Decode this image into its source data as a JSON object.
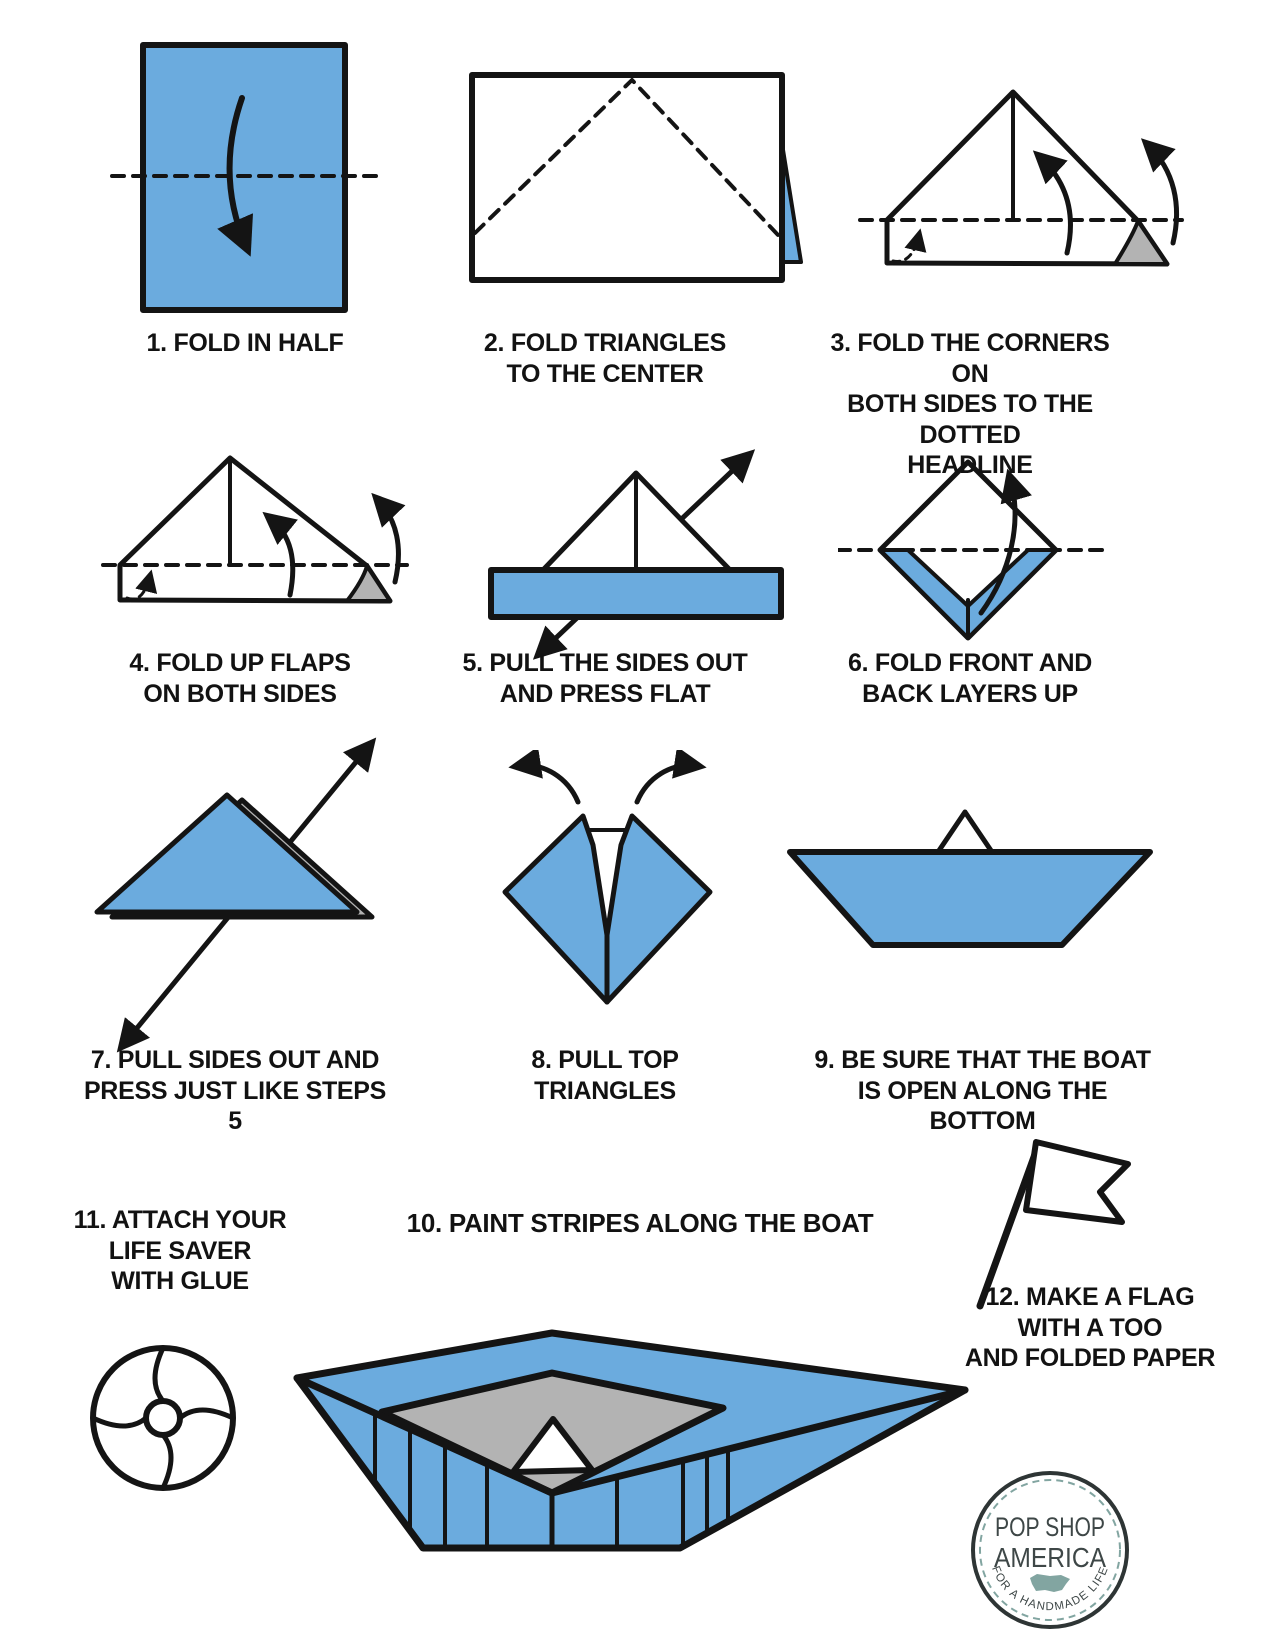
{
  "document_type": "origami paper boat folding instructions",
  "colors": {
    "paper_blue": "#6BABDE",
    "fold_gray": "#B3B3B3",
    "outline_black": "#141414",
    "logo_teal": "#82A5A1",
    "logo_text": "#3E4747"
  },
  "steps": [
    {
      "num": 1,
      "caption": "1. FOLD IN HALF"
    },
    {
      "num": 2,
      "caption": "2. FOLD TRIANGLES\nTO THE CENTER"
    },
    {
      "num": 3,
      "caption": "3. FOLD THE CORNERS ON\nBOTH SIDES TO THE DOTTED\nHEADLINE"
    },
    {
      "num": 4,
      "caption": "4. FOLD UP FLAPS\nON BOTH SIDES"
    },
    {
      "num": 5,
      "caption": "5. PULL THE SIDES OUT\nAND PRESS FLAT"
    },
    {
      "num": 6,
      "caption": "6. FOLD FRONT AND\nBACK LAYERS UP"
    },
    {
      "num": 7,
      "caption": "7. PULL SIDES OUT AND\nPRESS JUST LIKE STEPS 5"
    },
    {
      "num": 8,
      "caption": "8. PULL TOP\nTRIANGLES"
    },
    {
      "num": 9,
      "caption": "9. BE SURE THAT THE BOAT\nIS OPEN ALONG THE BOTTOM"
    },
    {
      "num": 10,
      "caption": "10. PAINT STRIPES ALONG THE BOAT"
    },
    {
      "num": 11,
      "caption": "11. ATTACH YOUR\nLIFE SAVER\nWITH GLUE"
    },
    {
      "num": 12,
      "caption": "12. MAKE A FLAG\nWITH A TOO\nAND FOLDED PAPER"
    }
  ],
  "logo": {
    "title_line1": "POP SHOP",
    "title_line2": "AMERICA",
    "tagline": "FOR A HANDMADE LIFE",
    "icon": "usa-map-icon"
  }
}
